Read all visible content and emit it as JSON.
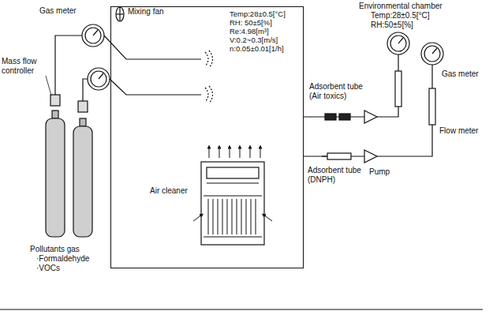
{
  "diagram": {
    "nodes": [
      {
        "text": [
          "Temp:28±0.5[°C]",
          "RH: 50±5[%]",
          "Re:4.98[m³]",
          "V:0.2~0.3[m/s]",
          "n:0.05±0.01[1/h]"
        ]
      }
    ],
    "labels": [
      "Gas meter",
      "Mass flow controller",
      "Mixing fan",
      "Air cleaner",
      "Pollutants gas",
      "·Formaldehyde",
      "·VOCs",
      "Environmental chamber",
      "Temp:28±0.5[°C]",
      "RH:50±5[%]",
      "Gas meter",
      "Adsorbent tube (Air toxics)",
      "Flow meter",
      "Adsorbent tube (DNPH)",
      "Pump"
    ]
  }
}
